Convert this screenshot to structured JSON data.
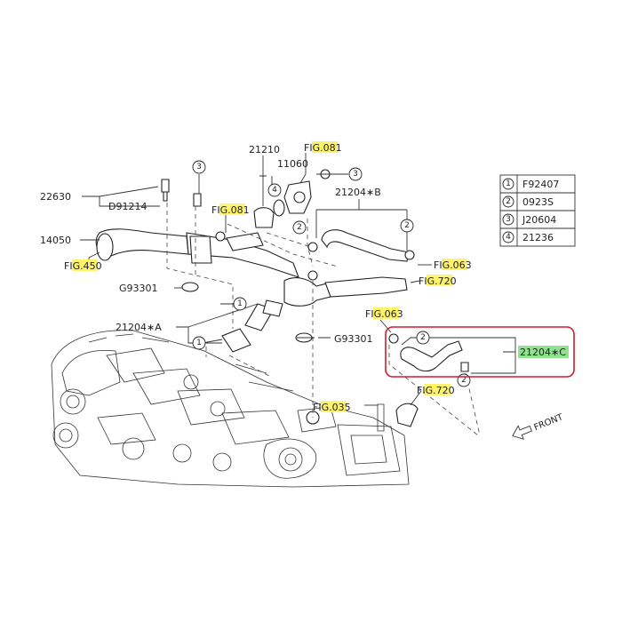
{
  "labels": {
    "ref_fig081_top": "FIG.081",
    "part_21210": "21210",
    "part_11060": "11060",
    "part_21204B": "21204∗B",
    "part_22630": "22630",
    "part_D91214": "D91214",
    "ref_fig081_mid": "FIG.081",
    "part_14050": "14050",
    "ref_fig450": "FIG.450",
    "ref_fig063_right": "FIG.063",
    "ref_fig720_right": "FIG.720",
    "part_G93301_left": "G93301",
    "part_21204A": "21204∗A",
    "ref_fig063_mid": "FIG.063",
    "part_G93301_right": "G93301",
    "part_21204C": "21204∗C",
    "ref_fig035": "FIG.035",
    "ref_fig720_low": "FIG.720",
    "front": "FRONT"
  },
  "legend": [
    {
      "num": "1",
      "code": "F92407"
    },
    {
      "num": "2",
      "code": "0923S"
    },
    {
      "num": "3",
      "code": "J20604"
    },
    {
      "num": "4",
      "code": "21236"
    }
  ],
  "colors": {
    "highlight_yellow": "#fff36b",
    "highlight_green": "#8fe38f",
    "selection_box": "#d01c2a"
  }
}
